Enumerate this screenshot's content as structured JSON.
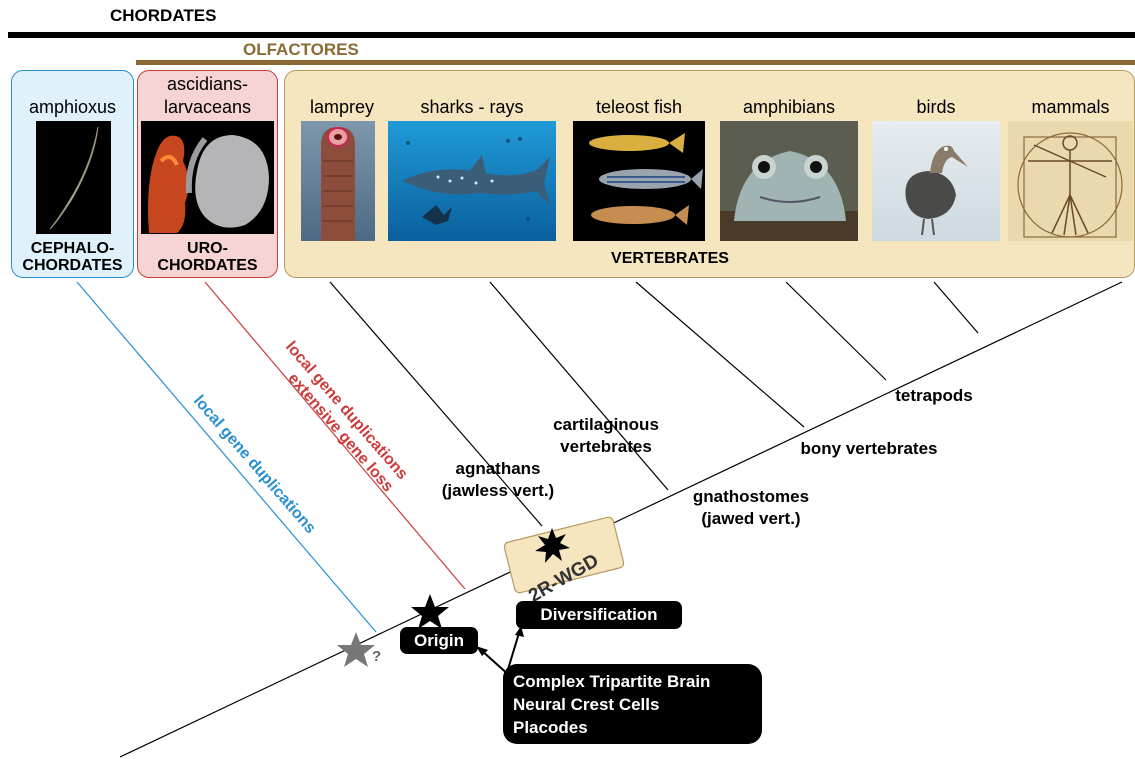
{
  "header": {
    "chordates": "CHORDATES",
    "olfactores": "OLFACTORES"
  },
  "groups": {
    "cephalochordates": [
      "CEPHALO-",
      "CHORDATES"
    ],
    "urochordates": [
      "URO-",
      "CHORDATES"
    ],
    "vertebrates": "VERTEBRATES"
  },
  "taxa": {
    "amphioxus": "amphioxus",
    "ascidians": [
      "ascidians-",
      "larvaceans"
    ],
    "lamprey": "lamprey",
    "sharks": "sharks - rays",
    "teleost": "teleost fish",
    "amphibians": "amphibians",
    "birds": "birds",
    "mammals": "mammals"
  },
  "branch_annotations": {
    "cephalo": "local gene duplications",
    "uro_line1": "local gene duplications",
    "uro_line2": "extensive gene loss"
  },
  "clades": {
    "agnathans": [
      "agnathans",
      "(jawless vert.)"
    ],
    "cartilaginous": [
      "cartilaginous",
      "vertebrates"
    ],
    "gnathostomes": [
      "gnathostomes",
      "(jawed vert.)"
    ],
    "bony": "bony vertebrates",
    "tetrapods": "tetrapods"
  },
  "events": {
    "wgd": "2R-WGD",
    "origin": "Origin",
    "diversification": "Diversification",
    "question": "?",
    "features": [
      "Complex Tripartite Brain",
      "Neural Crest Cells",
      "Placodes"
    ]
  },
  "colors": {
    "olfactores": "#8a6a35",
    "cephalo_fill": "#dff2fb",
    "cephalo_border": "#2a8fd0",
    "cephalo_text": "#2a8fd0",
    "uro_fill": "#f6d4d4",
    "uro_border": "#cc3b3b",
    "uro_text": "#cc3b3b",
    "vert_fill": "#f6e6bf",
    "vert_border": "#b59a63"
  }
}
